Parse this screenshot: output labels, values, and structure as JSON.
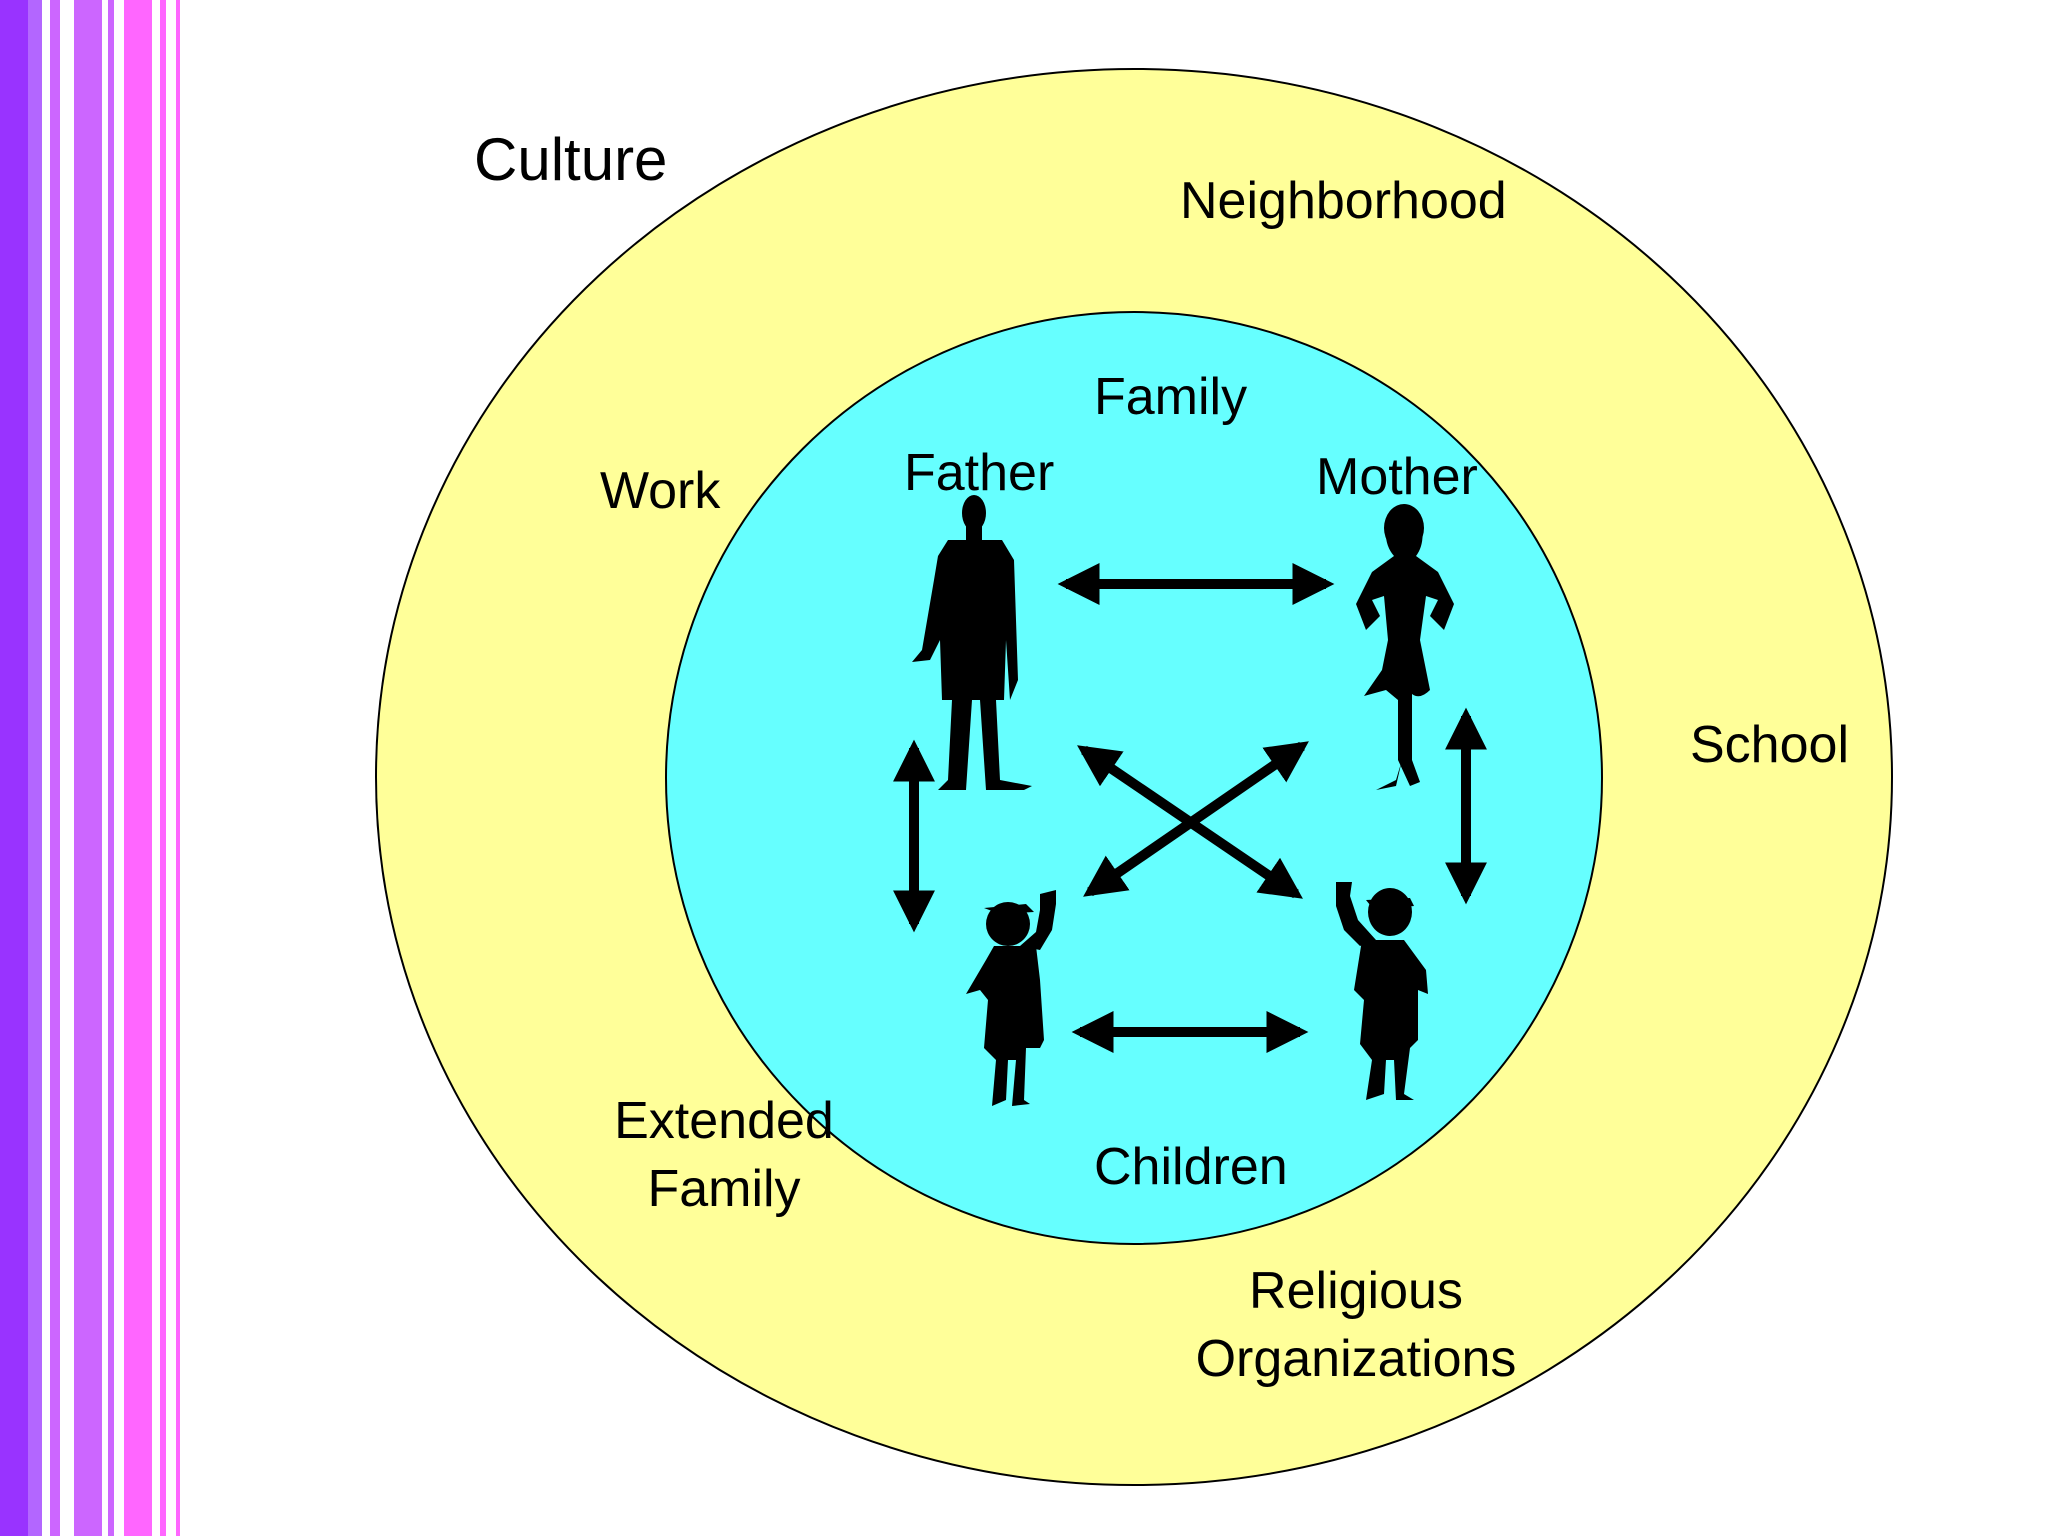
{
  "colors": {
    "outer_ring": "#ffff99",
    "inner_circle": "#66ffff",
    "stripe_purple": "#9933ff",
    "stripe_violet": "#cc66ff",
    "stripe_pink": "#ff66ff"
  },
  "outer_ring": {
    "title": "Culture",
    "labels": {
      "neighborhood": "Neighborhood",
      "work": "Work",
      "school": "School",
      "extended_family_line1": "Extended",
      "extended_family_line2": "Family",
      "religious_line1": "Religious",
      "religious_line2": "Organizations"
    }
  },
  "inner_circle": {
    "title": "Family",
    "labels": {
      "father": "Father",
      "mother": "Mother",
      "children": "Children"
    }
  },
  "figures": [
    "father-silhouette",
    "mother-silhouette",
    "child-left-silhouette",
    "child-right-silhouette"
  ],
  "arrows": [
    "father-mother",
    "father-child-left",
    "mother-child-right",
    "children",
    "father-child-right",
    "mother-child-left"
  ]
}
